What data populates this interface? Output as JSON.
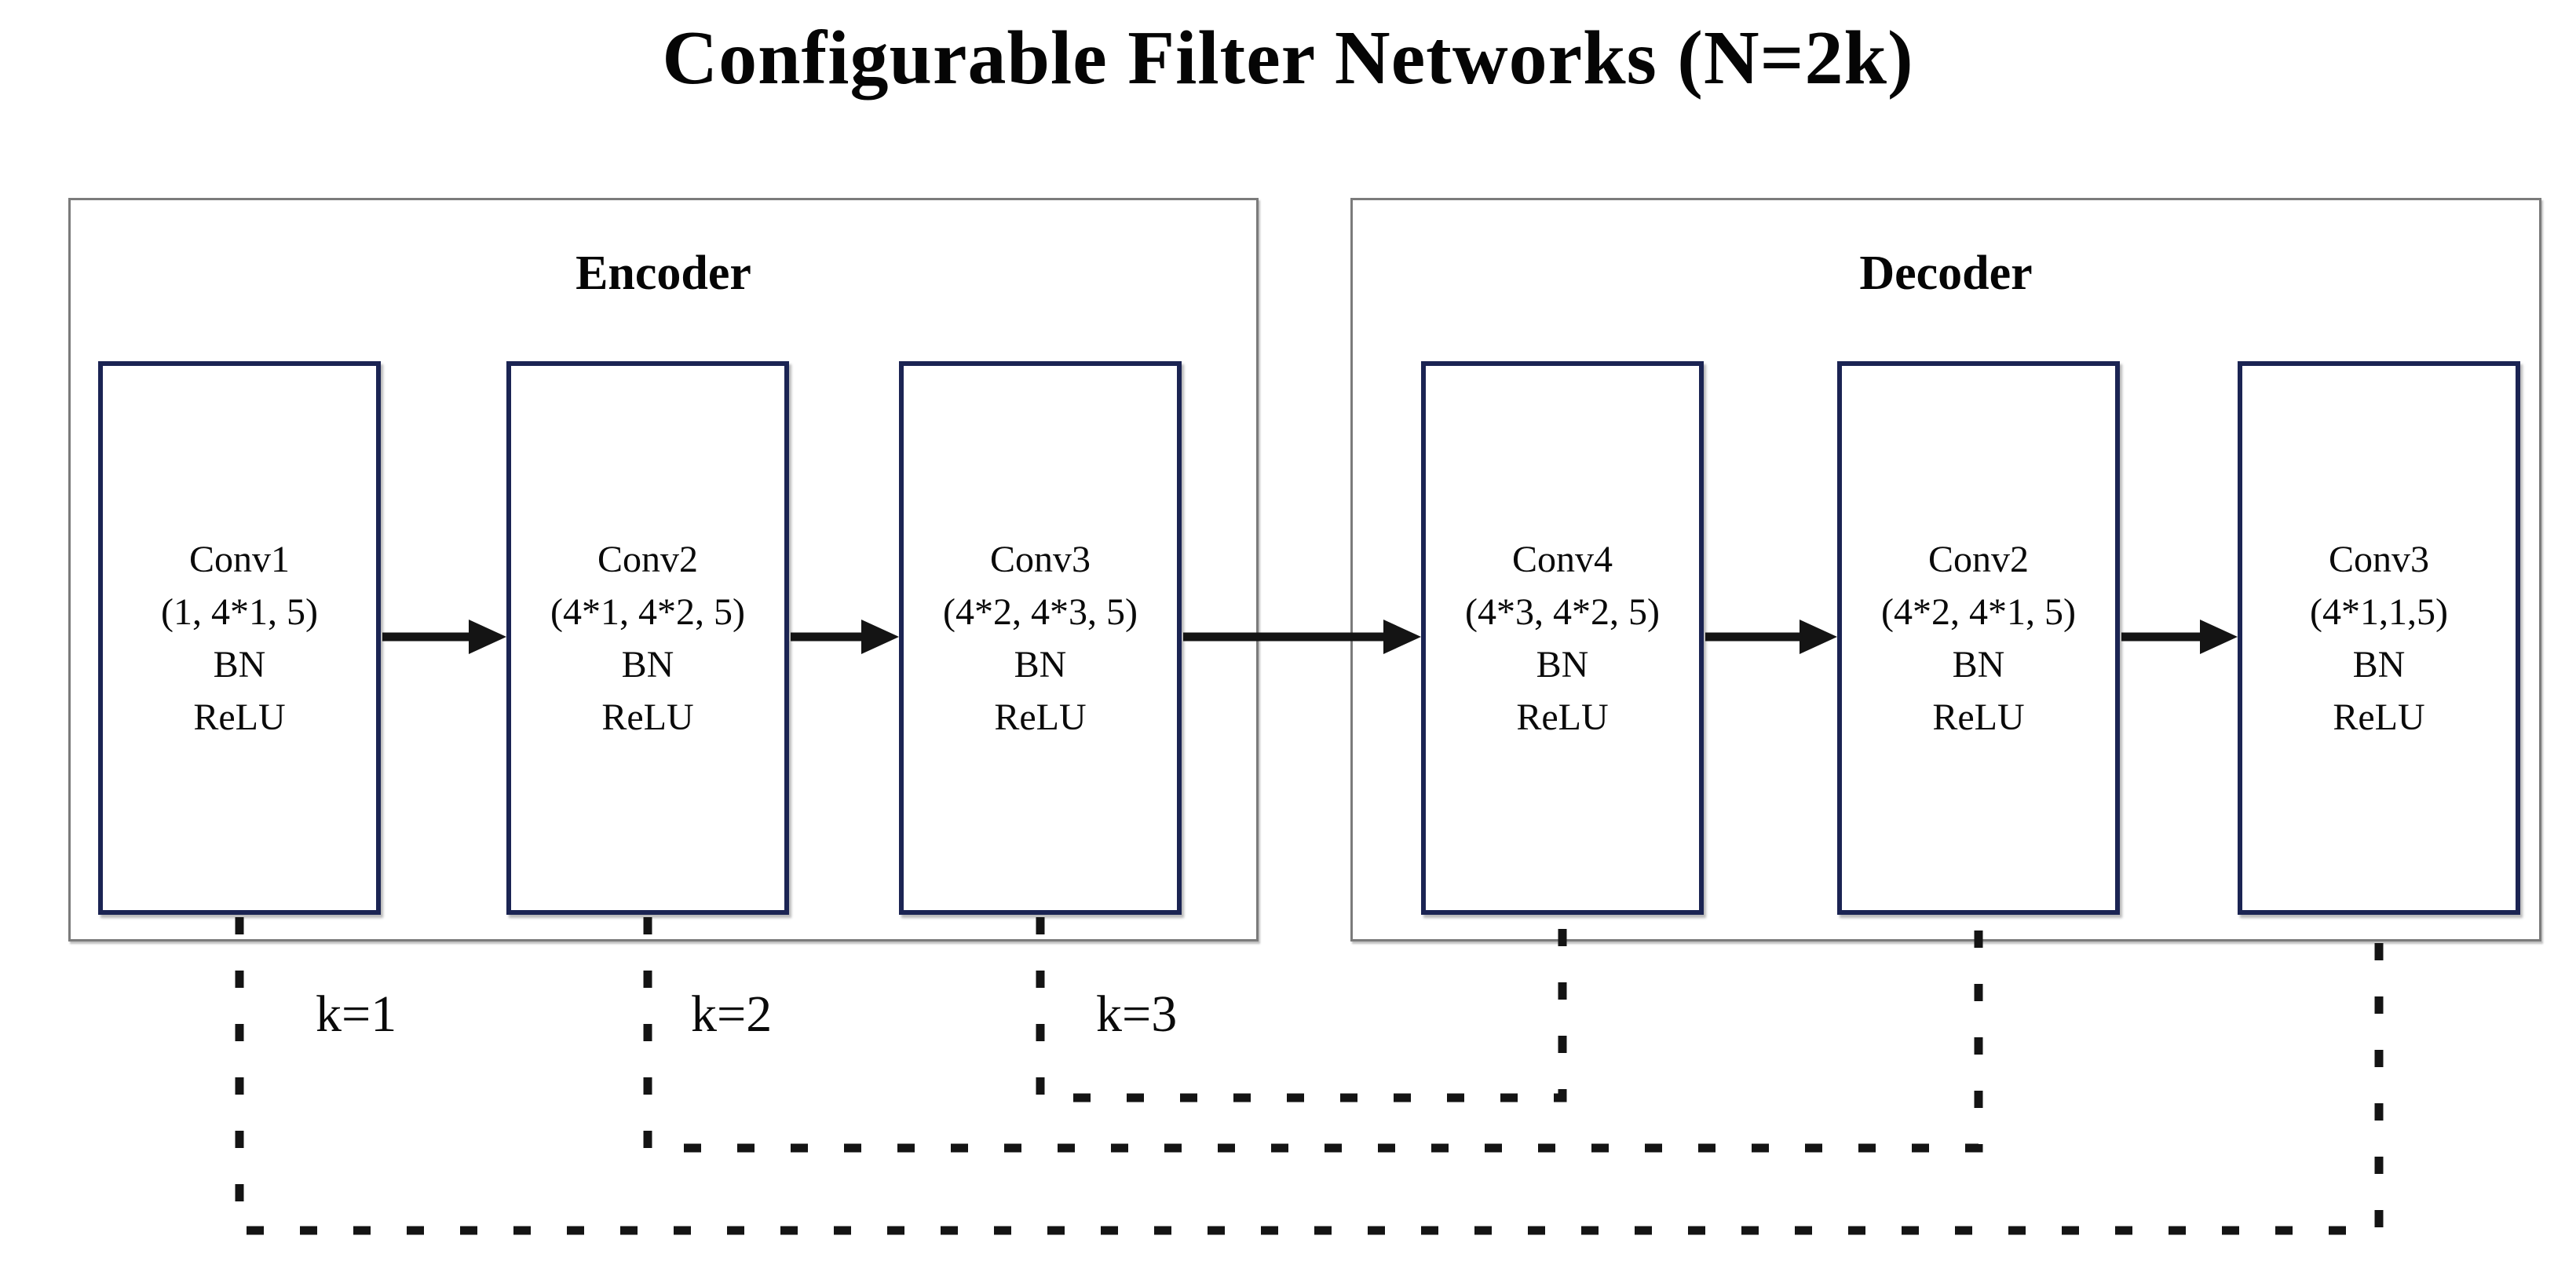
{
  "title": "Configurable Filter Networks (N=2k)",
  "encoder": {
    "label": "Encoder",
    "blocks": [
      {
        "name": "Conv1",
        "params": "(1, 4*1, 5)",
        "norm": "BN",
        "activation": "ReLU"
      },
      {
        "name": "Conv2",
        "params": "(4*1, 4*2, 5)",
        "norm": "BN",
        "activation": "ReLU"
      },
      {
        "name": "Conv3",
        "params": "(4*2, 4*3, 5)",
        "norm": "BN",
        "activation": "ReLU"
      }
    ]
  },
  "decoder": {
    "label": "Decoder",
    "blocks": [
      {
        "name": "Conv4",
        "params": "(4*3, 4*2, 5)",
        "norm": "BN",
        "activation": "ReLU"
      },
      {
        "name": "Conv2",
        "params": "(4*2, 4*1, 5)",
        "norm": "BN",
        "activation": "ReLU"
      },
      {
        "name": "Conv3",
        "params": "(4*1,1,5)",
        "norm": "BN",
        "activation": "ReLU"
      }
    ]
  },
  "skip_labels": [
    "k=1",
    "k=2",
    "k=3"
  ],
  "colors": {
    "block_border": "#1b2453",
    "panel_border": "#7b7b7b",
    "line": "#141414",
    "background": "#ffffff"
  }
}
